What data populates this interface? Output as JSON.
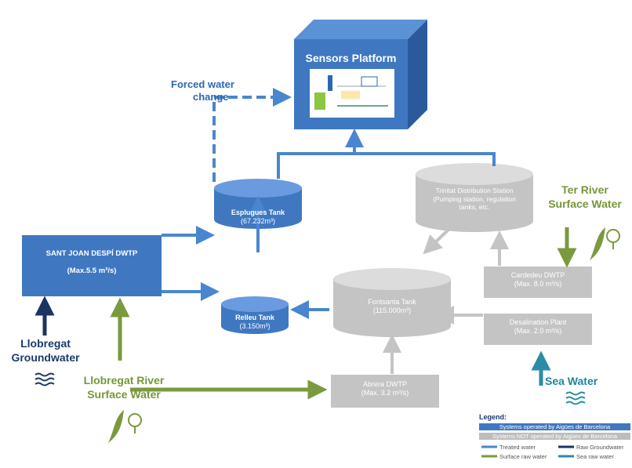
{
  "nodes": {
    "sensors_platform": "Sensors Platform",
    "esplugues_tank_name": "Esplugues Tank",
    "esplugues_tank_cap": "(67.232m³)",
    "relleu_tank_name": "Relleu Tank",
    "relleu_tank_cap": "(3.150m³)",
    "sant_joan_name": "SANT JOAN DESPÍ DWTP",
    "sant_joan_cap": "(Max.5.5 m³/s)",
    "trinitat_text": "Trinitat Distribution Station (Pumping station, regulation tanks, etc.",
    "fontsanta_name": "Fontsanta Tank",
    "fontsanta_cap": "(115.000m³)",
    "cardedeu_name": "Cardedeu DWTP",
    "cardedeu_cap": "(Max. 8.0 m³/s)",
    "desal_name": "Desalination Plant",
    "desal_cap": "(Max. 2.0 m³/s)",
    "abrera_name": "Abrera DWTP",
    "abrera_cap": "(Max. 3.2 m³/s)"
  },
  "labels": {
    "forced_line1": "Forced water",
    "forced_line2": "change",
    "ter_line1": "Ter River",
    "ter_line2": "Surface Water",
    "llob_gw_line1": "Llobregat",
    "llob_gw_line2": "Groundwater",
    "llob_river_line1": "Llobregat River",
    "llob_river_line2": "Surface Water",
    "sea": "Sea Water"
  },
  "legend": {
    "title": "Legend:",
    "operated": "Systems operated by Aigües de Barcelona",
    "other": "Systems NOT operated by Aigües de Barcelona",
    "treated": "Treated water",
    "raw_gw": "Raw Groundwater",
    "surface": "Surface raw water",
    "sea_raw": "Sea raw water"
  },
  "colors": {
    "operated_blue": "#3f78c1",
    "not_operated_gray": "#bdbdbd",
    "treated_arrow": "#4a86cf",
    "groundwater_arrow": "#1c3461",
    "surface_arrow": "#7a9a3e",
    "sea_arrow": "#2a8ca6"
  },
  "icons": [
    "water-waves-icon",
    "leaf-tree-icon",
    "sensor-equipment-icon"
  ]
}
